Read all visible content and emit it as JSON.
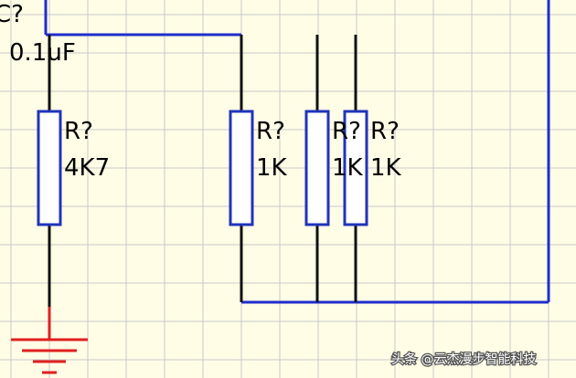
{
  "colors": {
    "background": "#fffde6",
    "grid": "#c9c9c9",
    "wire_blue": "#1f2ecc",
    "wire_black": "#111111",
    "resistor_border": "#2233bb",
    "resistor_fill": "#ffffff",
    "ground": "#e02020",
    "label": "#000000"
  },
  "capacitor": {
    "designator": "C?",
    "value": "0.1uF"
  },
  "resistors": [
    {
      "designator": "R?",
      "value": "4K7"
    },
    {
      "designator": "R?",
      "value": "1K"
    },
    {
      "designator": "R?",
      "value": "1K"
    },
    {
      "designator": "R?",
      "value": "1K"
    }
  ],
  "watermark": {
    "text": "头条 @云杰漫步智能科技"
  }
}
